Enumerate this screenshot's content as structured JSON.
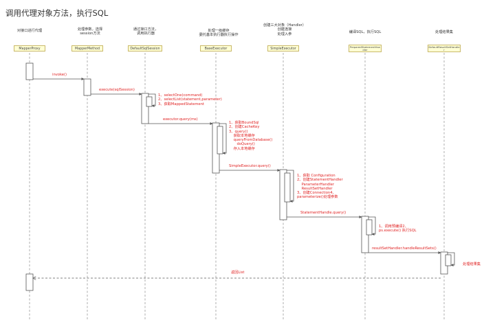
{
  "title": "调用代理对象方法，执行SQL",
  "participants": [
    {
      "caption": "对接口进行代理",
      "name": "MapperProxy"
    },
    {
      "caption": "处理参数，选择\nsession方法",
      "name": "MapperMethod"
    },
    {
      "caption": "通过接口方法，\n调用执行器",
      "name": "DefaultSqlSession"
    },
    {
      "caption": "处理一级缓存\n委托基本执行器执行操作",
      "name": "BaseExecutor"
    },
    {
      "caption": "创建三大对象（Handler）\n创建连接\n处理入参",
      "name": "SimpleExecutor"
    },
    {
      "caption": "编译SQL，执行SQL",
      "name": "PreparedStatementHandler"
    },
    {
      "caption": "处理结果集",
      "name": "DefaultResultSetHandler"
    }
  ],
  "messages": [
    {
      "label": "invoke()"
    },
    {
      "label": "execute(sqlSession)"
    },
    {
      "label": "executor.query(ms)"
    },
    {
      "label": "SimpleExecutor.query()"
    },
    {
      "label": "StatementHandle.query()"
    },
    {
      "label": "resultSetHandler.handleResultSets()"
    },
    {
      "label": "返回List"
    }
  ],
  "notes": [
    {
      "text": "1、selectOne(command)\n2、selectList(statement,parameter)\n3、获取MappedStatement"
    },
    {
      "text": "1、获取BoundSql\n2、创建CacheKey\n3、query()\n    获取本地缓存\n    queryFromDatabase()\n       doQuery()\n    存入本地缓存"
    },
    {
      "text": "1、获取 Configuration\n2、创建StatementHandler\n    ParameterHandler\n    ResultSetHandler\n3、创建Connection4、\nparameterize()处理参数"
    },
    {
      "text": "1、调用预编译2、\nps.execute() 执行SQL"
    },
    {
      "text": "处理结果集"
    }
  ],
  "colors": {
    "message": "#e02222",
    "box_fill": "#ffffd4",
    "box_border": "#c9b86a",
    "lifeline": "#999999"
  }
}
